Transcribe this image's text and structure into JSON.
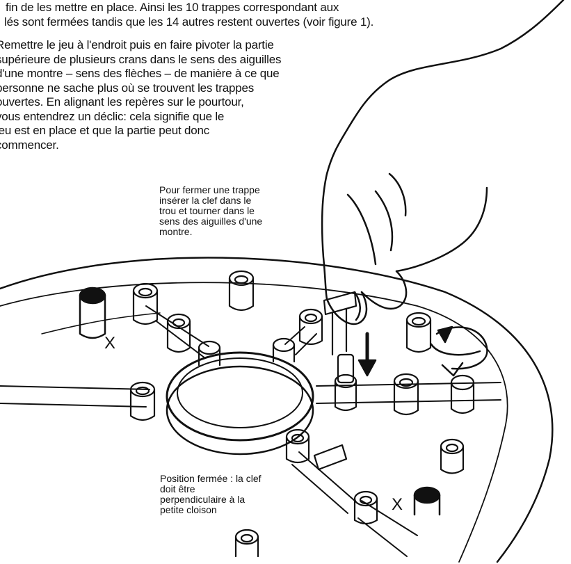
{
  "intro_text": {
    "lines": [
      "fin de les mettre en place. Ainsi les 10 trappes correspondant aux",
      "lés sont fermées tandis que les 14 autres restent ouvertes (voir figure 1)."
    ]
  },
  "instructions": {
    "lines": [
      "Remettre le jeu à l'endroit puis en faire pivoter la partie",
      "supérieure de plusieurs crans dans le sens des aiguilles",
      "d'une montre – sens des flèches – de manière à ce que",
      "personne ne sache plus où se trouvent les trappes",
      "ouvertes. En alignant les repères sur le pourtour,",
      "vous entendrez un déclic: cela signifie que le",
      "jeu est en place et que la partie peut donc",
      "commencer."
    ]
  },
  "caption_close": {
    "lines": [
      "Pour fermer une trappe",
      "insérer la clef dans le",
      "trou et tourner dans le",
      "sens des aiguilles d'une",
      "montre."
    ]
  },
  "caption_position": {
    "lines": [
      "Position fermée : la clef",
      "doit être",
      "perpendiculaire à la",
      "petite cloison"
    ]
  },
  "markers": {
    "x_left": "X",
    "x_right": "X"
  },
  "colors": {
    "ink": "#111111",
    "paper": "#ffffff"
  }
}
